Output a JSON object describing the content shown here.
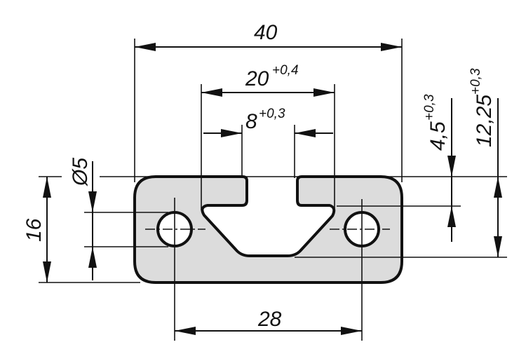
{
  "drawing": {
    "title": "T-slot profile cross-section",
    "dimensions": {
      "width": "40",
      "slot_width": "20",
      "slot_width_tol": "+0,4",
      "slot_opening": "8",
      "slot_opening_tol": "+0,3",
      "hole_spacing": "28",
      "height": "16",
      "hole_diameter": "Ø5",
      "lip_depth": "4,5",
      "lip_depth_tol": "+0,3",
      "slot_depth": "12,25",
      "slot_depth_tol": "+0,3"
    },
    "colors": {
      "profile_fill": "#dcdcdc",
      "line": "#111111"
    }
  }
}
